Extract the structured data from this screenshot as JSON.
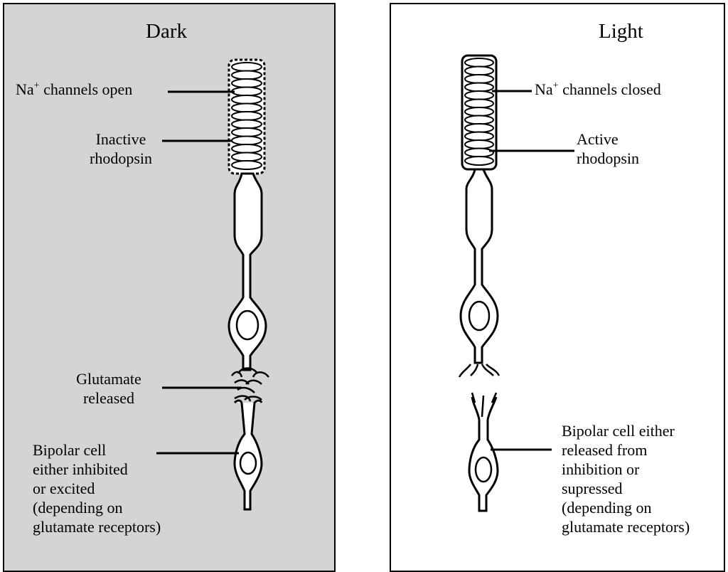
{
  "panels": {
    "dark": {
      "title": "Dark",
      "background": "#d4d4d4",
      "labels": {
        "na_channels": {
          "prefix": "Na",
          "sup": "+",
          "suffix": " channels open"
        },
        "rhodopsin": [
          "Inactive",
          "rhodopsin"
        ],
        "glutamate": [
          "Glutamate",
          "released"
        ],
        "bipolar": [
          "Bipolar cell",
          "either inhibited",
          "or excited",
          "(depending on",
          "glutamate receptors)"
        ]
      }
    },
    "light": {
      "title": "Light",
      "background": "#ffffff",
      "labels": {
        "na_channels": {
          "prefix": "Na",
          "sup": "+",
          "suffix": " channels closed"
        },
        "rhodopsin": [
          "Active",
          "rhodopsin"
        ],
        "bipolar": [
          "Bipolar cell either",
          "released from",
          "inhibition or",
          "supressed",
          "(depending on",
          "glutamate receptors)"
        ]
      }
    }
  }
}
